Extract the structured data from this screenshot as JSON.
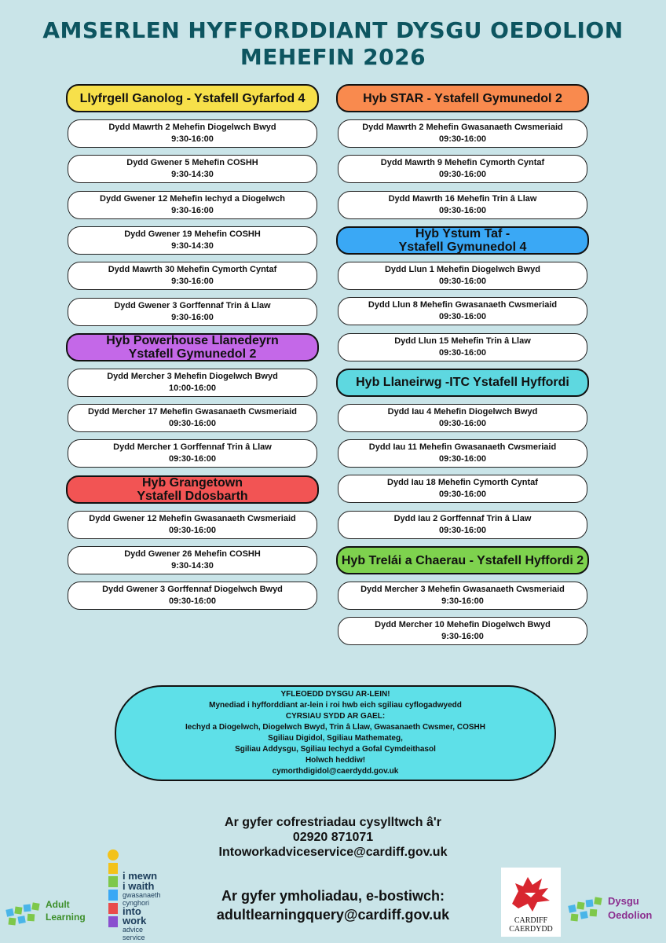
{
  "title": {
    "line1": "AMSERLEN HYFFORDDIANT DYSGU OEDOLION",
    "line2": "MEHEFIN 2026"
  },
  "left": [
    {
      "header": [
        "Llyfrgell Ganolog - Ystafell Gyfarfod 4"
      ],
      "color": "#f7e04a",
      "sessions": [
        [
          "Dydd Mawrth 2 Mehefin Diogelwch Bwyd",
          "9:30-16:00"
        ],
        [
          "Dydd Gwener 5 Mehefin COSHH",
          "9:30-14:30"
        ],
        [
          "Dydd Gwener 12 Mehefin Iechyd a Diogelwch",
          "9:30-16:00"
        ],
        [
          "Dydd Gwener 19 Mehefin COSHH",
          "9:30-14:30"
        ],
        [
          "Dydd Mawrth 30 Mehefin Cymorth Cyntaf",
          "9:30-16:00"
        ],
        [
          "Dydd Gwener 3 Gorffennaf Trin â Llaw",
          "9:30-16:00"
        ]
      ]
    },
    {
      "header": [
        "Hyb Powerhouse Llanedeyrn",
        "Ystafell Gymunedol 2"
      ],
      "color": "#c468e8",
      "sessions": [
        [
          "Dydd Mercher 3 Mehefin Diogelwch Bwyd",
          "10:00-16:00"
        ],
        [
          "Dydd Mercher 17 Mehefin Gwasanaeth Cwsmeriaid",
          "09:30-16:00"
        ],
        [
          "Dydd Mercher 1 Gorffennaf Trin â Llaw",
          "09:30-16:00"
        ]
      ]
    },
    {
      "header": [
        "Hyb Grangetown",
        "Ystafell Ddosbarth"
      ],
      "color": "#f25454",
      "sessions": [
        [
          "Dydd Gwener 12 Mehefin Gwasanaeth Cwsmeriaid",
          "09:30-16:00"
        ],
        [
          "Dydd Gwener 26 Mehefin COSHH",
          "9:30-14:30"
        ],
        [
          "Dydd Gwener 3 Gorffennaf Diogelwch Bwyd",
          "09:30-16:00"
        ]
      ]
    }
  ],
  "right": [
    {
      "header": [
        "Hyb STAR - Ystafell Gymunedol 2"
      ],
      "color": "#f98a4e",
      "sessions": [
        [
          "Dydd Mawrth 2 Mehefin Gwasanaeth Cwsmeriaid",
          "09:30-16:00"
        ],
        [
          "Dydd Mawrth 9 Mehefin Cymorth Cyntaf",
          "09:30-16:00"
        ],
        [
          "Dydd Mawrth 16 Mehefin Trin â Llaw",
          "09:30-16:00"
        ]
      ]
    },
    {
      "header": [
        "Hyb Ystum Taf -",
        "Ystafell Gymunedol 4"
      ],
      "color": "#3aa8f5",
      "sessions": [
        [
          "Dydd Llun 1 Mehefin Diogelwch Bwyd",
          "09:30-16:00"
        ],
        [
          "Dydd Llun 8 Mehefin Gwasanaeth Cwsmeriaid",
          "09:30-16:00"
        ],
        [
          "Dydd Llun 15 Mehefin Trin â Llaw",
          "09:30-16:00"
        ]
      ]
    },
    {
      "header": [
        "Hyb Llaneirwg -ITC Ystafell Hyffordi"
      ],
      "color": "#5ed8e0",
      "sessions": [
        [
          "Dydd Iau 4 Mehefin Diogelwch Bwyd",
          "09:30-16:00"
        ],
        [
          "Dydd Iau 11 Mehefin Gwasanaeth Cwsmeriaid",
          "09:30-16:00"
        ],
        [
          "Dydd Iau 18 Mehefin Cymorth Cyntaf",
          "09:30-16:00"
        ],
        [
          "Dydd Iau 2 Gorffennaf Trin â Llaw",
          "09:30-16:00"
        ]
      ]
    },
    {
      "header": [
        "Hyb Trelái a Chaerau - Ystafell Hyffordi 2"
      ],
      "color": "#7ed24e",
      "sessions": [
        [
          "Dydd Mercher 3 Mehefin Gwasanaeth Cwsmeriaid",
          "9:30-16:00"
        ],
        [
          "Dydd Mercher 10 Mehefin Diogelwch Bwyd",
          "9:30-16:00"
        ]
      ]
    }
  ],
  "online": [
    "YFLEOEDD DYSGU AR-LEIN!",
    "Mynediad i hyfforddiant ar-lein i roi hwb eich sgiliau cyflogadwyedd",
    "CYRSIAU SYDD AR GAEL:",
    "Iechyd a Diogelwch, Diogelwch Bwyd, Trin â Llaw, Gwasanaeth Cwsmer, COSHH",
    "Sgiliau Digidol, Sgiliau Mathemateg,",
    "Sgiliau Addysgu, Sgiliau Iechyd a Gofal Cymdeithasol",
    "Holwch heddiw!",
    "cymorthdigidol@caerdydd.gov.uk"
  ],
  "contact": {
    "reg_intro": "Ar gyfer cofrestriadau cysylltwch â'r",
    "phone": "02920 871071",
    "reg_email": "Intoworkadviceservice@cardiff.gov.uk",
    "query_intro": "Ar gyfer ymholiadau, e-bostiwch:",
    "query_email": "adultlearningquery@cardiff.gov.uk"
  },
  "logos": {
    "adult_learning": [
      "Adult",
      "Learning"
    ],
    "into_work": [
      "i mewn",
      "i waith",
      "gwasanaeth",
      "cynghori",
      "into",
      "work",
      "advice",
      "service"
    ],
    "cardiff": [
      "CARDIFF",
      "CAERDYDD"
    ],
    "dysgu_oedolion": [
      "Dysgu",
      "Oedolion"
    ]
  }
}
